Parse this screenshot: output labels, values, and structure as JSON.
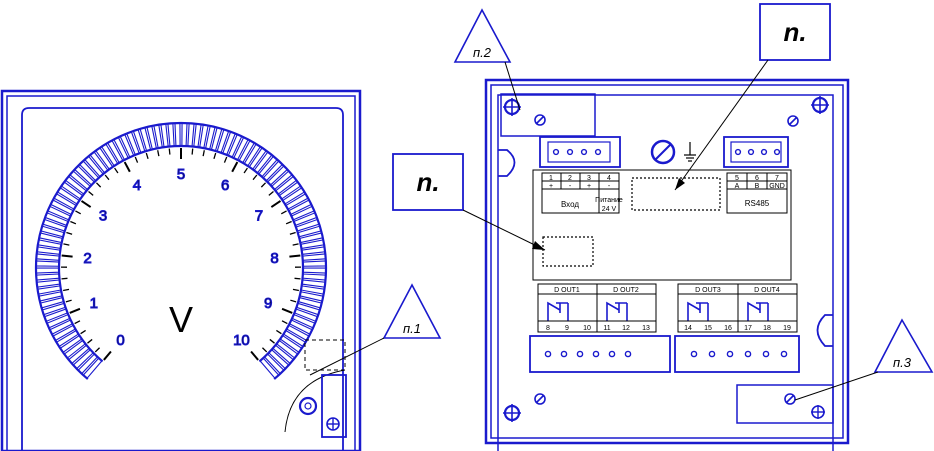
{
  "meter": {
    "unit": "V",
    "scale": [
      "0",
      "1",
      "2",
      "3",
      "4",
      "5",
      "6",
      "7",
      "8",
      "9",
      "10"
    ],
    "callout": "п.1"
  },
  "rear": {
    "callout_top": "п.2",
    "callout_bottom": "п.3",
    "note_left": "n.",
    "note_top": "n.",
    "input_terms": [
      "1",
      "2",
      "3",
      "4"
    ],
    "input_signs": [
      "+",
      "-",
      "+",
      "-"
    ],
    "input_label": "Вход",
    "power_label": "Питание",
    "power_voltage": "24 V",
    "rs_terms": [
      "5",
      "6",
      "7"
    ],
    "rs_signals": [
      "A",
      "B",
      "GND"
    ],
    "rs_label": "RS485",
    "outputs": [
      "D OUT1",
      "D OUT2",
      "D OUT3",
      "D OUT4"
    ],
    "out_terms": [
      "8",
      "9",
      "10",
      "11",
      "12",
      "13",
      "14",
      "15",
      "16",
      "17",
      "18",
      "19"
    ]
  },
  "colors": {
    "blue": "#1a1acd",
    "black": "#000000"
  }
}
